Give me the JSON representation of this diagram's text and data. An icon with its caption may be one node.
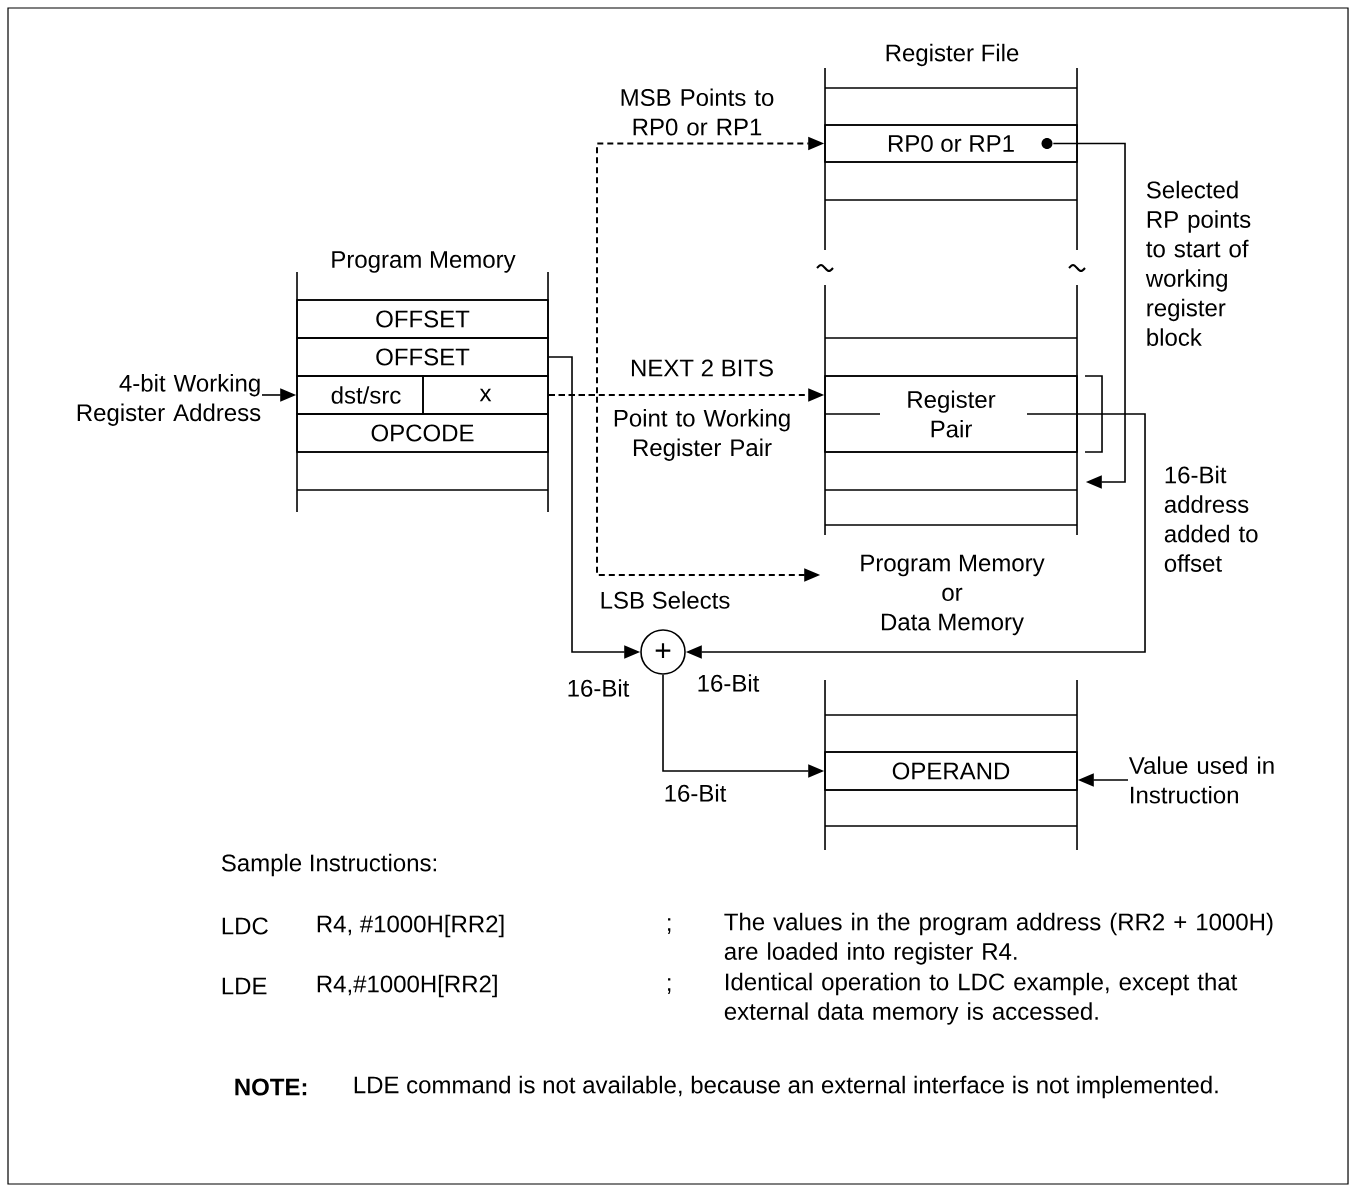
{
  "diagram": {
    "nodes": [
      {
        "text": [
          "Program Memory"
        ]
      },
      {
        "text": [
          "OFFSET"
        ],
        "in": 0
      },
      {
        "text": [
          "OFFSET"
        ],
        "in": 0
      },
      {
        "text": [
          "dst/src"
        ],
        "in": 0
      },
      {
        "text": [
          "x"
        ],
        "in": 0
      },
      {
        "text": [
          "OPCODE"
        ],
        "in": 0
      },
      {
        "text": [
          "4-bit Working Register Address"
        ]
      },
      {
        "text": [
          "Register File"
        ]
      },
      {
        "text": [
          "RP0 or RP1"
        ],
        "in": 7
      },
      {
        "text": [
          "Register Pair"
        ],
        "in": 7
      },
      {
        "text": [
          "Program Memory or Data Memory"
        ]
      },
      {
        "text": [
          "+"
        ]
      },
      {
        "text": [],
        "shape": "box"
      },
      {
        "text": [
          "OPERAND"
        ],
        "in": 12
      },
      {
        "text": [
          "Value used in Instruction"
        ]
      }
    ],
    "edges": [
      {
        "from": 6,
        "to": 3,
        "arrow": "to"
      },
      {
        "from": 4,
        "to": 8,
        "arrow": "to",
        "style": "dashed",
        "label": "MSB Points to RP0 or RP1"
      },
      {
        "from": 4,
        "to": 9,
        "arrow": "to",
        "style": "dashed",
        "label": "NEXT 2 BITS"
      },
      {
        "from": 4,
        "to": 10,
        "arrow": "to",
        "style": "dashed",
        "label": "LSB Selects"
      },
      {
        "from": 8,
        "to": 7,
        "arrow": "to"
      },
      {
        "from": 2,
        "to": 11,
        "arrow": "to",
        "label": "16-Bit"
      },
      {
        "from": 9,
        "to": 11,
        "arrow": "to",
        "label": "16-Bit"
      },
      {
        "from": 11,
        "to": 13,
        "arrow": "to",
        "label": "16-Bit"
      },
      {
        "from": 14,
        "to": 13,
        "arrow": "to"
      }
    ],
    "labels": [
      "Selected RP points to start of working register block",
      "Point to Working Register Pair",
      "16-Bit address added to offset",
      "Sample Instructions:",
      "LDC",
      "R4, #1000H[RR2]",
      ";",
      "The values in the program address (RR2 + 1000H) are loaded into register R4.",
      "LDE",
      "R4,#1000H[RR2]",
      ";",
      "Identical operation to LDC example, except that external data memory is accessed.",
      "NOTE:",
      "LDE command is not available, because an external interface is not implemented."
    ]
  }
}
